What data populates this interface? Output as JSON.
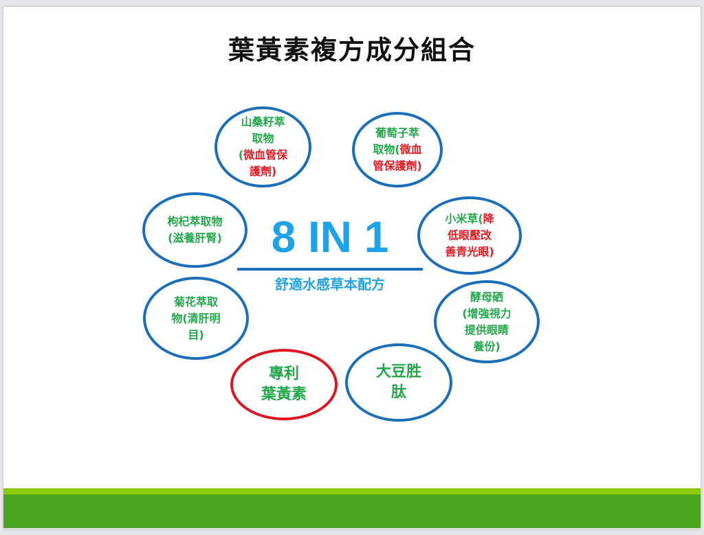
{
  "title": "葉黃素複方成分組合",
  "center": {
    "headline": "8 IN 1",
    "subtitle": "舒適水感草本配方"
  },
  "colors": {
    "green": "#22a84a",
    "red": "#e01c24",
    "blue": "#1ea3e8",
    "ellipse_border": "#1a6fb8",
    "highlight_border": "#e0141e",
    "band_light": "#8cc90c",
    "band_dark": "#4aa41e"
  },
  "ingredients": [
    {
      "lines": [
        [
          {
            "t": "山桑籽萃"
          }
        ],
        [
          {
            "t": "取物"
          }
        ],
        [
          {
            "t": "("
          },
          {
            "t": "微血管保",
            "red": true
          }
        ],
        [
          {
            "t": "護劑)",
            "red": true
          }
        ]
      ]
    },
    {
      "lines": [
        [
          {
            "t": "葡萄子萃"
          }
        ],
        [
          {
            "t": "取物("
          },
          {
            "t": "微血",
            "red": true
          }
        ],
        [
          {
            "t": "管保護劑)",
            "red": true
          }
        ]
      ]
    },
    {
      "lines": [
        [
          {
            "t": "枸杞萃取物"
          }
        ],
        [
          {
            "t": "(滋養肝腎)"
          }
        ]
      ]
    },
    {
      "lines": [
        [
          {
            "t": "小米草("
          },
          {
            "t": "降",
            "red": true
          }
        ],
        [
          {
            "t": "低眼壓改",
            "red": true
          }
        ],
        [
          {
            "t": "善青光眼)",
            "red": true
          }
        ]
      ]
    },
    {
      "lines": [
        [
          {
            "t": "菊花萃取"
          }
        ],
        [
          {
            "t": "物(清肝明"
          }
        ],
        [
          {
            "t": "目)"
          }
        ]
      ]
    },
    {
      "lines": [
        [
          {
            "t": "酵母硒"
          }
        ],
        [
          {
            "t": "(增強視力"
          }
        ],
        [
          {
            "t": "提供眼睛"
          }
        ],
        [
          {
            "t": "養份)"
          }
        ]
      ]
    },
    {
      "lines": [
        [
          {
            "t": "專利"
          }
        ],
        [
          {
            "t": "葉黃素"
          }
        ]
      ],
      "highlight": true
    },
    {
      "lines": [
        [
          {
            "t": "大豆胜"
          }
        ],
        [
          {
            "t": "肽"
          }
        ]
      ]
    }
  ]
}
